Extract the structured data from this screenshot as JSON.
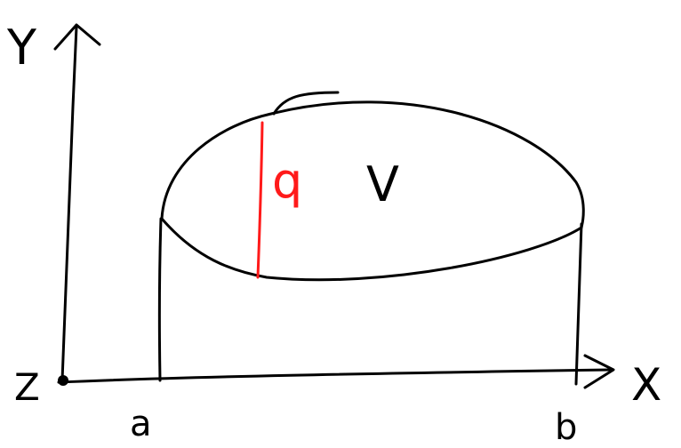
{
  "axes": {
    "y_label": "Y",
    "x_label": "X",
    "z_label": "Z",
    "interval_start_label": "a",
    "interval_end_label": "b"
  },
  "region": {
    "label": "V",
    "height_marker_label": "q"
  },
  "colors": {
    "ink": "#000000",
    "highlight": "#ff1a1a",
    "background": "#ffffff"
  }
}
